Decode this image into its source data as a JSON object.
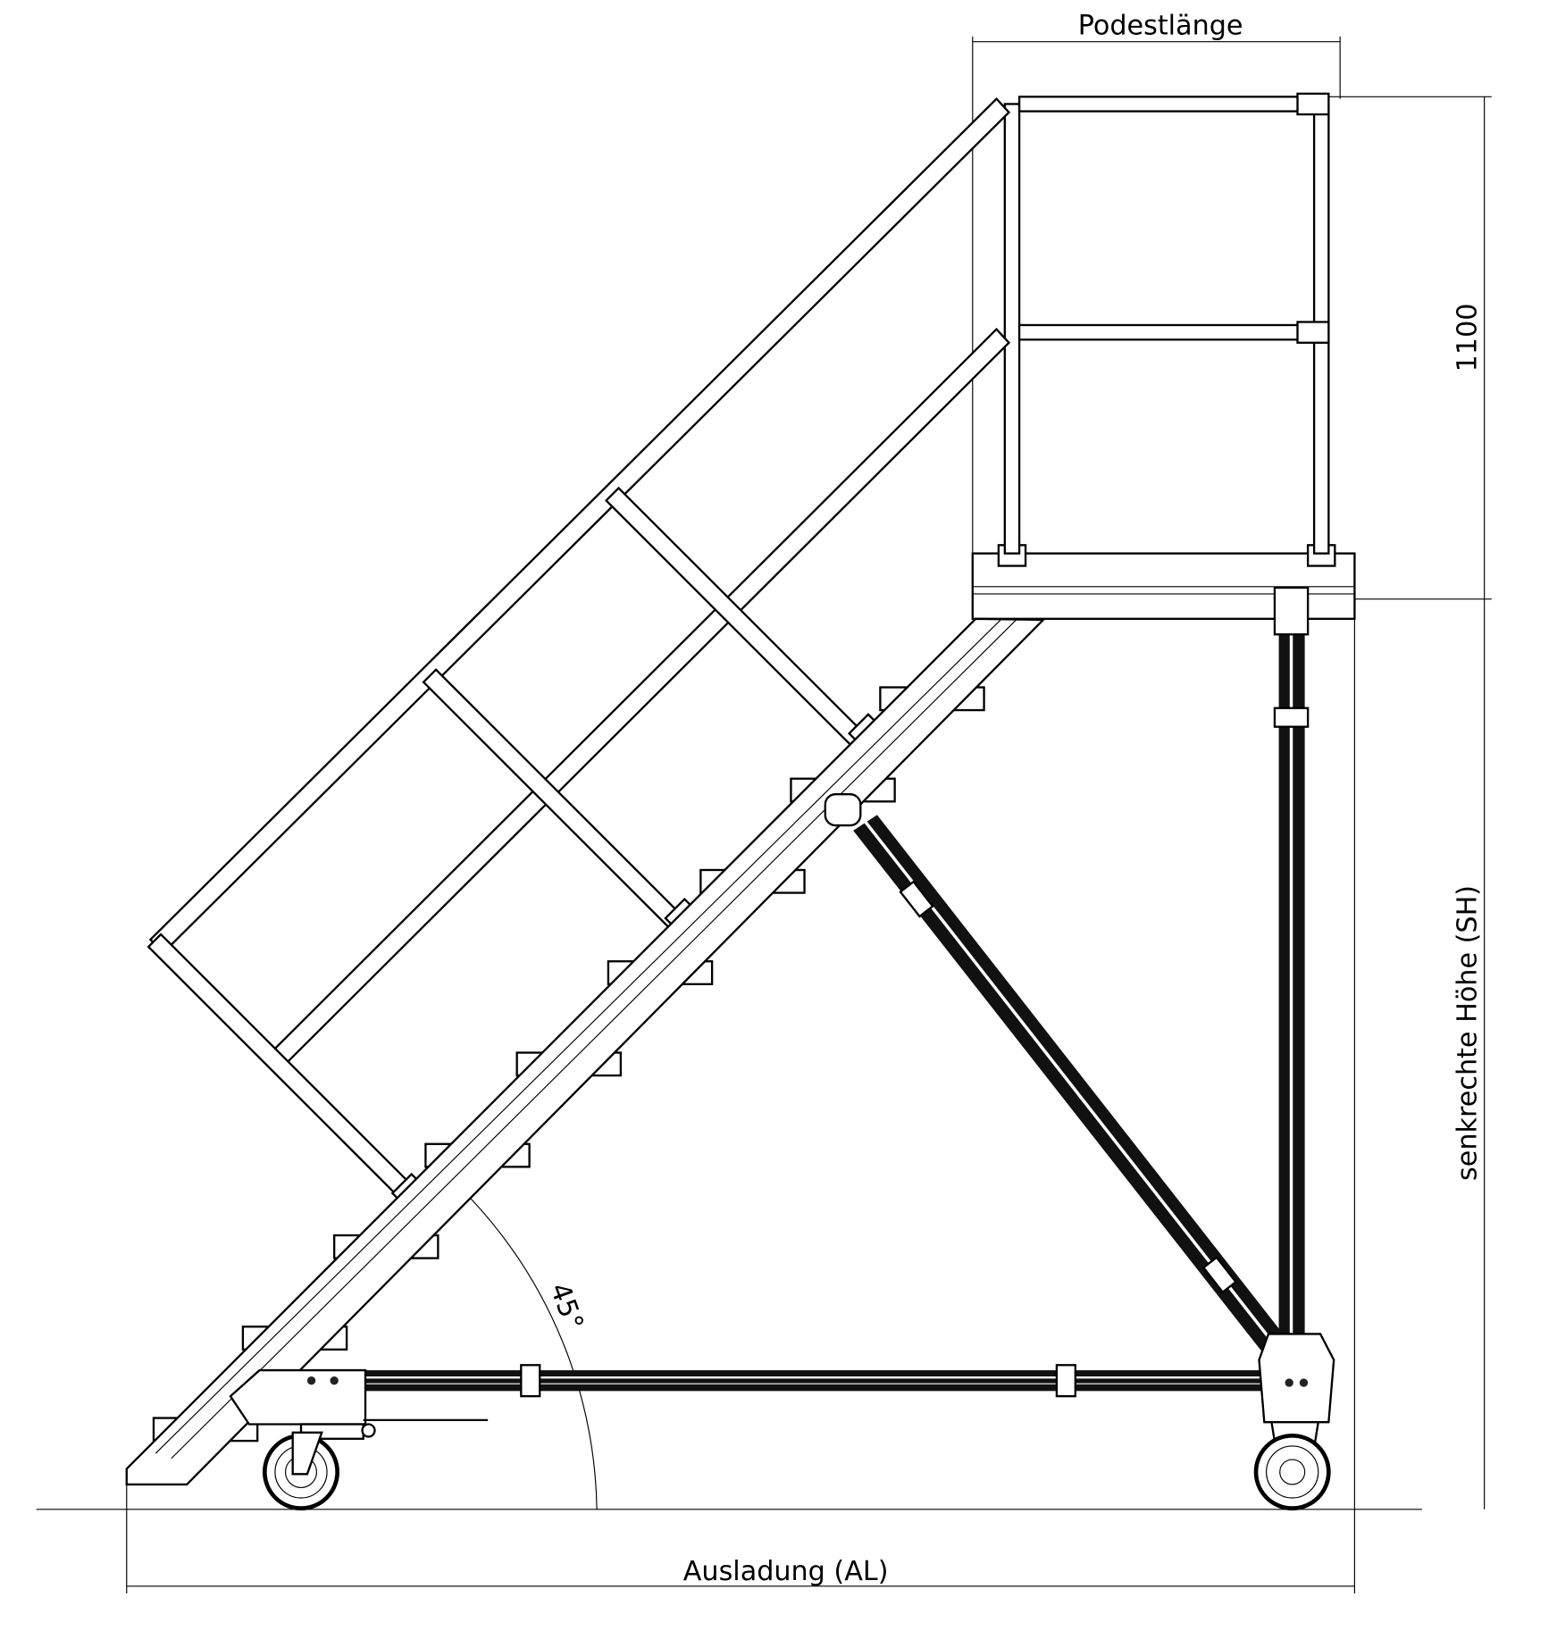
{
  "labels": {
    "platform_length": "Podestlänge",
    "railing_height": "1100",
    "vertical_height": "senkrechte Höhe (SH)",
    "angle": "45°",
    "reach": "Ausladung (AL)"
  },
  "colors": {
    "line": "#000000",
    "background": "#ffffff"
  }
}
